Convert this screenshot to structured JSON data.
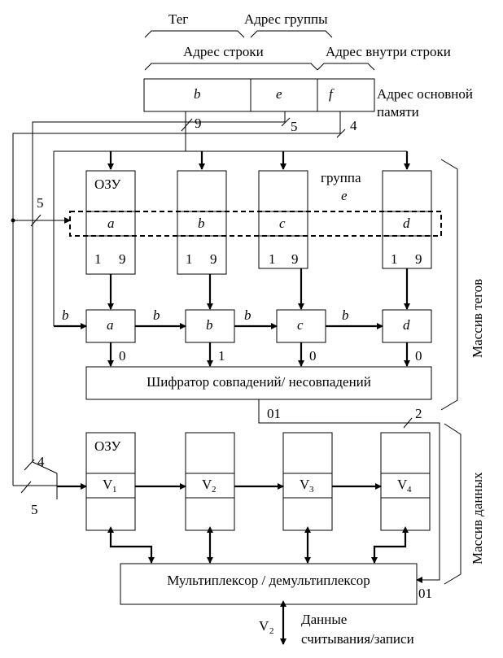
{
  "labels": {
    "teg": "Тег",
    "group_address": "Адрес группы",
    "row_address": "Адрес строки",
    "in_row_address": "Адрес внутри строки",
    "main_memory_address_1": "Адрес основной",
    "main_memory_address_2": "памяти",
    "ozu_top": "ОЗУ",
    "ozu_bottom": "ОЗУ",
    "group_word": "группа",
    "tag_array": "Массив тегов",
    "data_array": "Массив данных",
    "encoder": "Шифратор совпадений/ несовпадений",
    "mux": "Мультиплексор / демультиплексор",
    "data_rw_1": "Данные",
    "data_rw_2": "считывания/записи",
    "v_out": "V",
    "v_out_sub": "2"
  },
  "address_fields": [
    "b",
    "e",
    "f"
  ],
  "bit_counts": {
    "b": "9",
    "e": "5",
    "f": "4",
    "left_e": "5",
    "left_f": "4",
    "left_e2": "5"
  },
  "group_letter": "e",
  "ram_cells": [
    "a",
    "b",
    "c",
    "d"
  ],
  "ram_bits": [
    "1",
    "9"
  ],
  "comparators": [
    "a",
    "b",
    "c",
    "d"
  ],
  "comparator_inputs": [
    "b",
    "b",
    "b",
    "b"
  ],
  "match_bits": [
    "0",
    "1",
    "0",
    "0"
  ],
  "encoder_outputs": {
    "code": "01",
    "width": "2",
    "mux_code": "01"
  },
  "data_cells": [
    {
      "v": "V",
      "sub": "1"
    },
    {
      "v": "V",
      "sub": "2"
    },
    {
      "v": "V",
      "sub": "3"
    },
    {
      "v": "V",
      "sub": "4"
    }
  ]
}
